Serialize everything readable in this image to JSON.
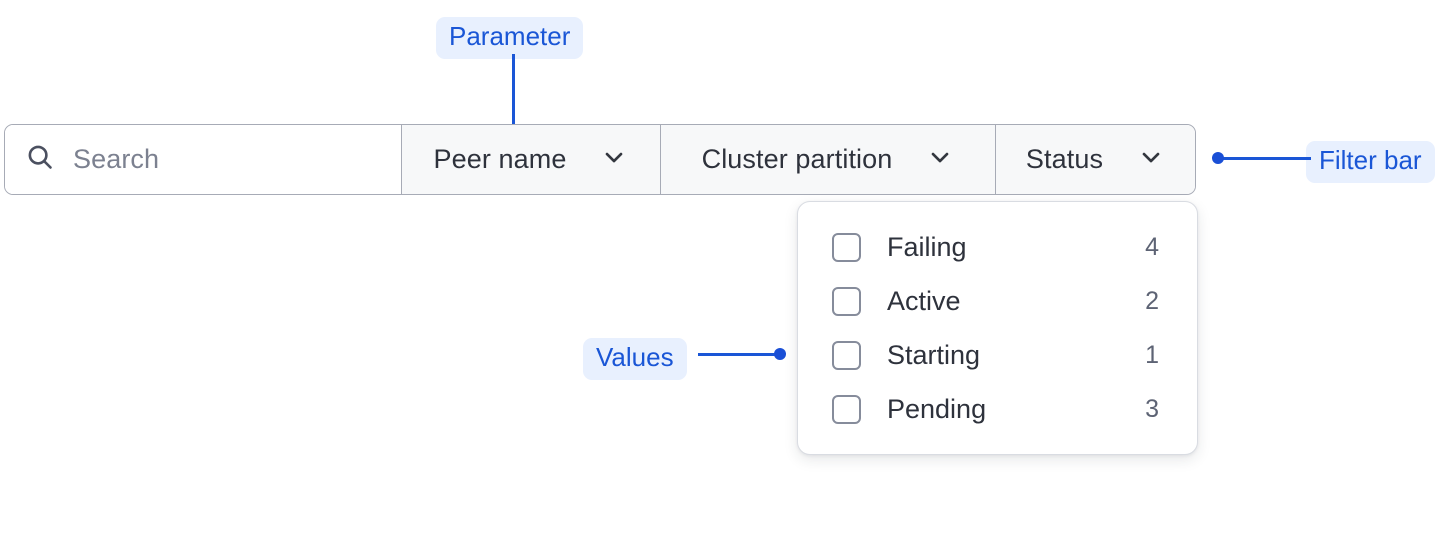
{
  "annotations": [
    {
      "id": "parameter",
      "label": "Parameter"
    },
    {
      "id": "filter-bar",
      "label": "Filter bar"
    },
    {
      "id": "values",
      "label": "Values"
    }
  ],
  "filter_bar": {
    "search": {
      "icon": "search-icon",
      "value": "",
      "placeholder": "Search"
    },
    "segments": [
      {
        "id": "peer-name",
        "label": "Peer name",
        "icon": "chevron-down-icon"
      },
      {
        "id": "cluster-partition",
        "label": "Cluster partition",
        "icon": "chevron-down-icon"
      },
      {
        "id": "status",
        "label": "Status",
        "icon": "chevron-down-icon"
      }
    ]
  },
  "dropdown": {
    "owner": "status",
    "items": [
      {
        "label": "Failing",
        "count": "4",
        "checked": false
      },
      {
        "label": "Active",
        "count": "2",
        "checked": false
      },
      {
        "label": "Starting",
        "count": "1",
        "checked": false
      },
      {
        "label": "Pending",
        "count": "3",
        "checked": false
      }
    ]
  },
  "colors": {
    "annotation_text": "#1a56d6",
    "annotation_bg": "#e8f0fe",
    "border": "#a7abb6",
    "segment_bg": "#f7f8f9",
    "text": "#2e323c",
    "muted_text": "#7c8190"
  }
}
